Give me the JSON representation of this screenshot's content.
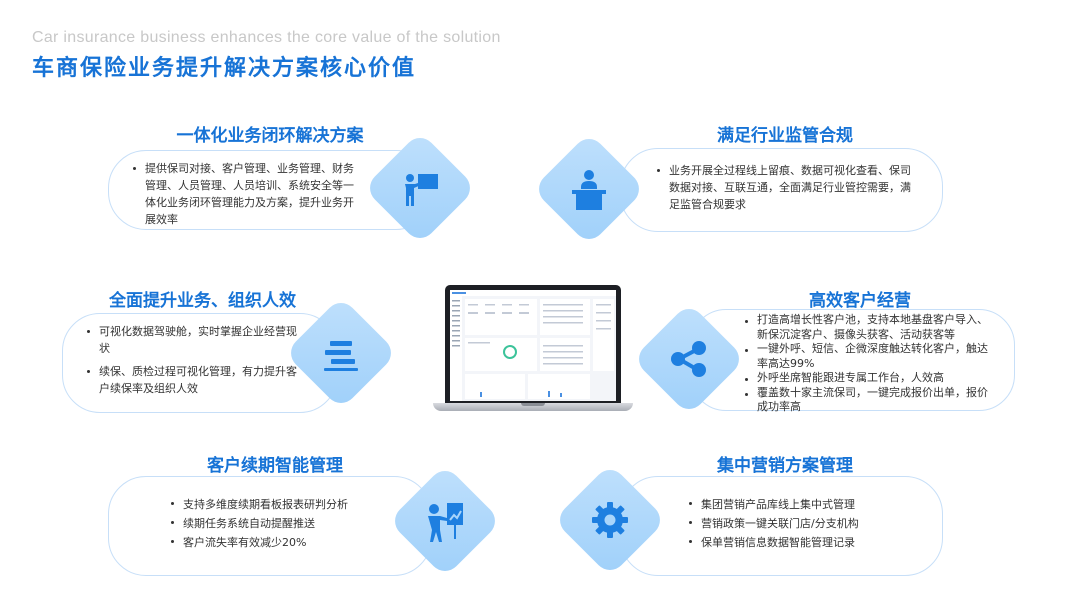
{
  "header": {
    "subtitle_en": "Car insurance business enhances the core value of the solution",
    "title_cn": "车商保险业务提升解决方案核心价值"
  },
  "sections": {
    "integrated": {
      "title": "一体化业务闭环解决方案",
      "icon": "presentation-board-icon",
      "items": [
        "提供保司对接、客户管理、业务管理、财务管理、人员管理、人员培训、系统安全等一体化业务闭环管理能力及方案，提升业务开展效率"
      ]
    },
    "compliance": {
      "title": "满足行业监管合规",
      "icon": "speaker-podium-icon",
      "items": [
        "业务开展全过程线上留痕、数据可视化查看、保司数据对接、互联互通，全面满足行业管控需要，满足监管合规要求"
      ]
    },
    "efficiency": {
      "title": "全面提升业务、组织人效",
      "icon": "bars-icon",
      "items": [
        "可视化数据驾驶舱，实时掌握企业经营现状",
        "续保、质检过程可视化管理，有力提升客户续保率及组织人效"
      ]
    },
    "customer": {
      "title": "高效客户经营",
      "icon": "share-icon",
      "items": [
        "打造高增长性客户池，支持本地基盘客户导入、新保沉淀客户、摄像头获客、活动获客等",
        "一键外呼、短信、企微深度触达转化客户，触达率高达99%",
        "外呼坐席智能跟进专属工作台，人效高",
        "覆盖数十家主流保司，一键完成报价出单，报价成功率高"
      ]
    },
    "renewal": {
      "title": "客户续期智能管理",
      "icon": "presenter-chart-icon",
      "items": [
        "支持多维度续期看板报表研判分析",
        "续期任务系统自动提醒推送",
        "客户流失率有效减少20%"
      ]
    },
    "marketing": {
      "title": "集中营销方案管理",
      "icon": "gear-icon",
      "items": [
        "集团营销产品库线上集中式管理",
        "营销政策一键关联门店/分支机构",
        "保单营销信息数据智能管理记录"
      ]
    }
  },
  "colors": {
    "accent": "#1773d6",
    "diamond": "#a9d5fb",
    "border": "#c7dff8",
    "icon": "#1e7fe0"
  }
}
